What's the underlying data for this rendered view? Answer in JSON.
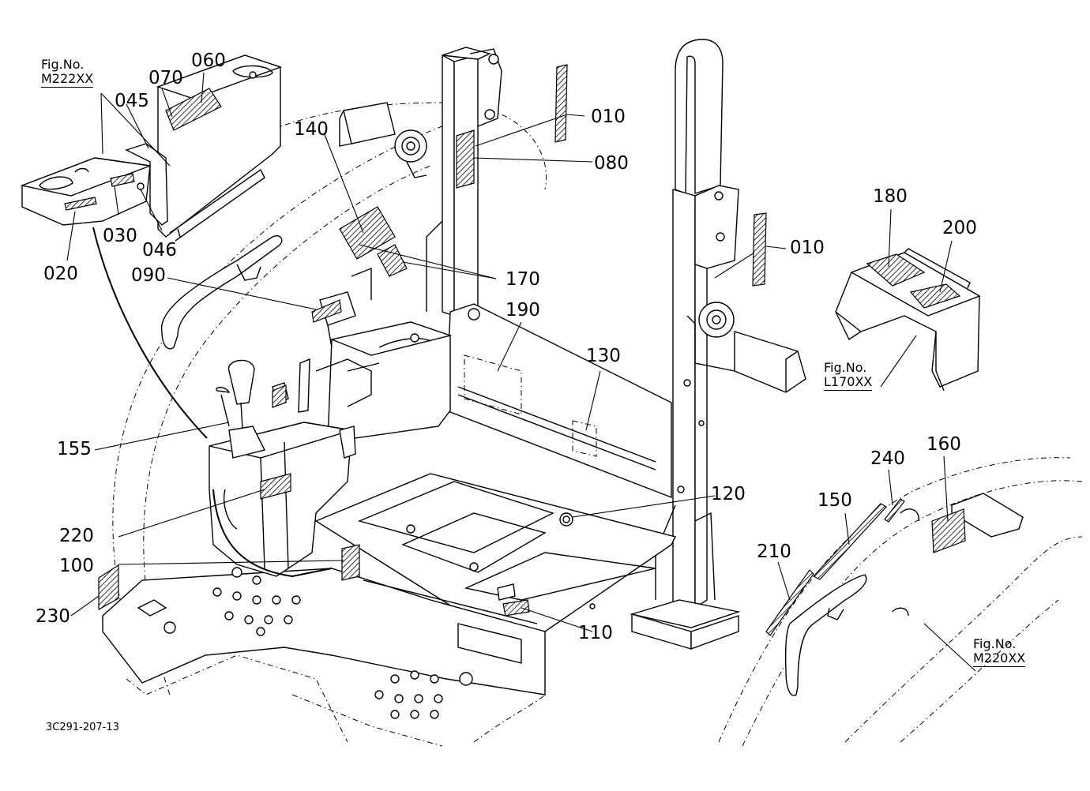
{
  "drawing_code": "3C291-207-13",
  "fig_refs": [
    {
      "line1": "Fig.No.",
      "line2": "M222XX"
    },
    {
      "line1": "Fig.No.",
      "line2": "L170XX"
    },
    {
      "line1": "Fig.No.",
      "line2": "M220XX"
    }
  ],
  "parts": [
    {
      "label": "060"
    },
    {
      "label": "070"
    },
    {
      "label": "045"
    },
    {
      "label": "030"
    },
    {
      "label": "046"
    },
    {
      "label": "020"
    },
    {
      "label": "090"
    },
    {
      "label": "140"
    },
    {
      "label": "010"
    },
    {
      "label": "080"
    },
    {
      "label": "010"
    },
    {
      "label": "170"
    },
    {
      "label": "190"
    },
    {
      "label": "130"
    },
    {
      "label": "180"
    },
    {
      "label": "200"
    },
    {
      "label": "155"
    },
    {
      "label": "220"
    },
    {
      "label": "100"
    },
    {
      "label": "230"
    },
    {
      "label": "120"
    },
    {
      "label": "110"
    },
    {
      "label": "240"
    },
    {
      "label": "160"
    },
    {
      "label": "150"
    },
    {
      "label": "210"
    }
  ]
}
